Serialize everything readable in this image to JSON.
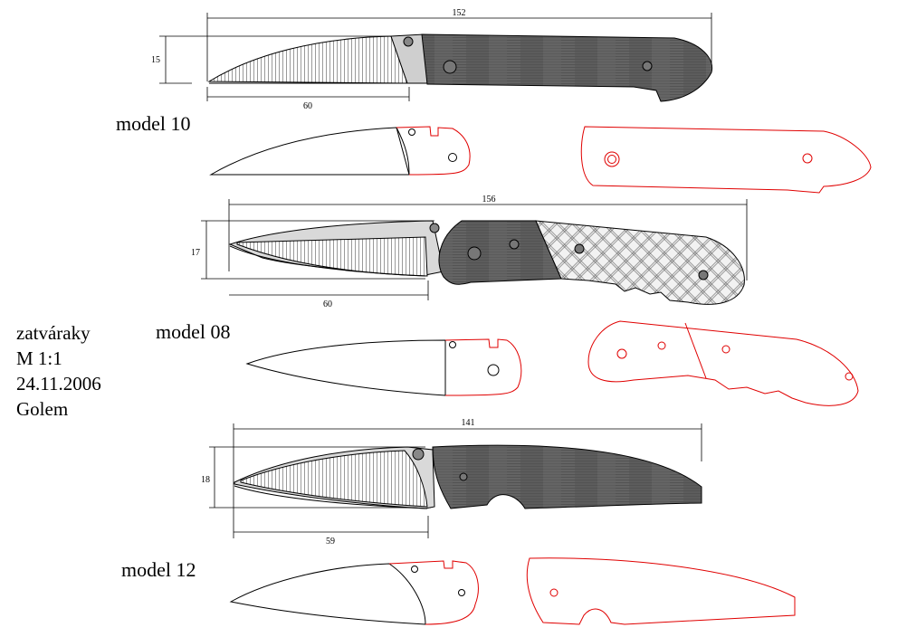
{
  "info": {
    "line1": "zatváraky",
    "line2": "M 1:1",
    "line3": "24.11.2006",
    "line4": "Golem"
  },
  "models": [
    {
      "label": "model 10",
      "overall_length": "152",
      "blade_height": "15",
      "blade_length": "60"
    },
    {
      "label": "model 08",
      "overall_length": "156",
      "blade_height": "17",
      "blade_length": "60"
    },
    {
      "label": "model 12",
      "overall_length": "141",
      "blade_height": "18",
      "blade_length": "59"
    }
  ],
  "colors": {
    "blade": "#d9d9d9",
    "handle": "#5a5a5a",
    "outline": "#000000",
    "template_line": "#e00000"
  }
}
